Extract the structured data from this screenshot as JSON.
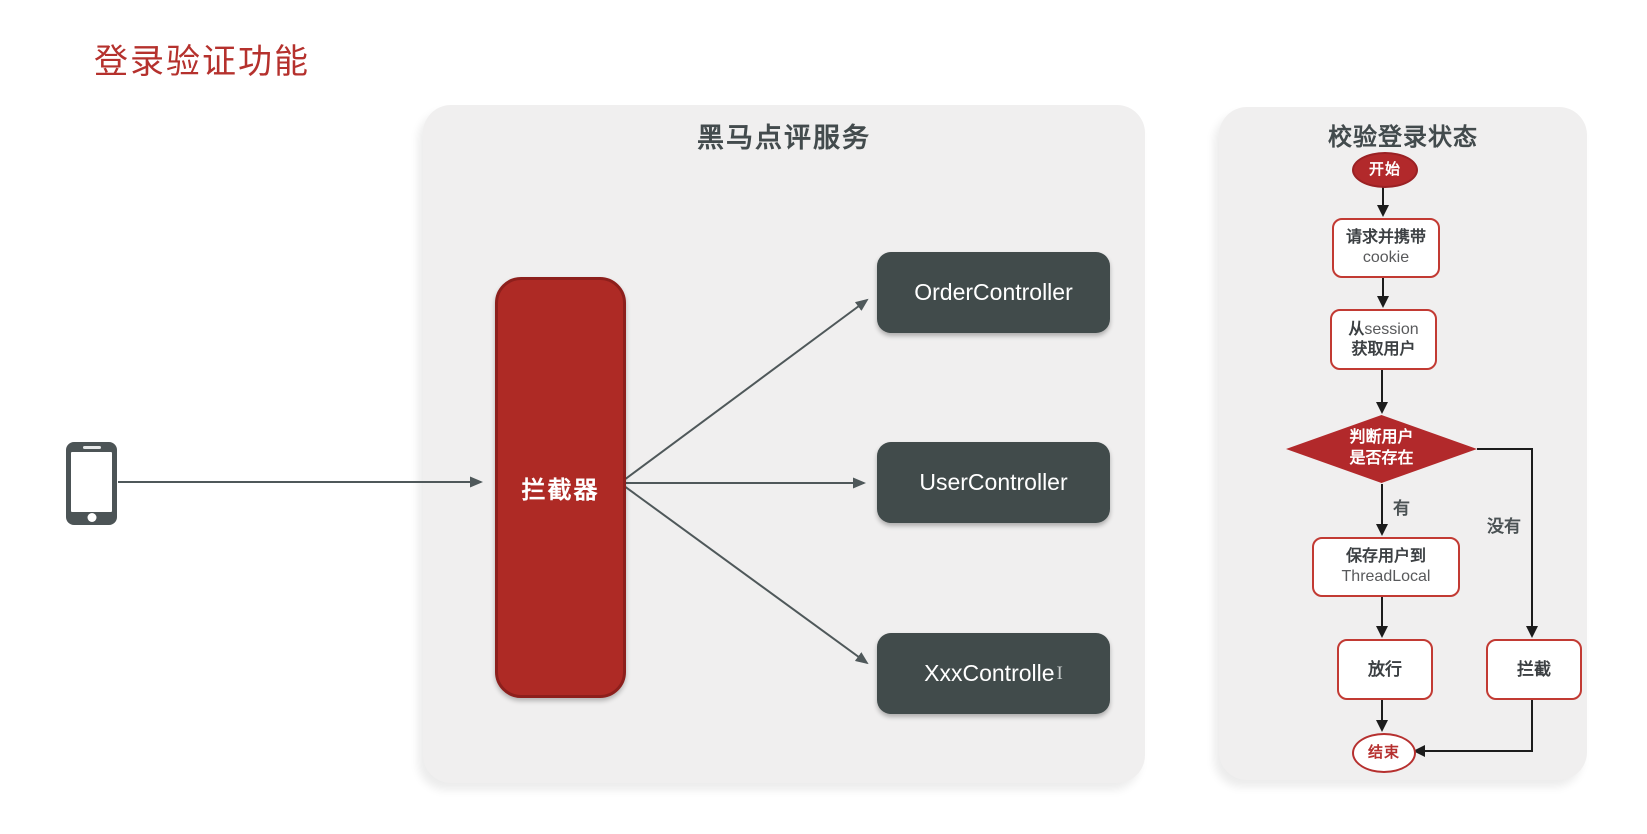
{
  "page": {
    "title": "登录验证功能"
  },
  "service": {
    "title": "黑马点评服务",
    "interceptor_label": "拦截器",
    "controllers": [
      {
        "label": "OrderController",
        "cursor": ""
      },
      {
        "label": "UserController",
        "cursor": ""
      },
      {
        "label": "XxxControlle",
        "cursor": "I"
      }
    ]
  },
  "flow": {
    "title": "校验登录状态",
    "start_label": "开始",
    "step_cookie": {
      "line1": "请求并携带",
      "line2": "cookie"
    },
    "step_session": {
      "cn": "从",
      "en": "session",
      "line2": "获取用户"
    },
    "decision": {
      "line1": "判断用户",
      "line2": "是否存在"
    },
    "branch_yes": "有",
    "branch_no": "没有",
    "step_save": {
      "line1": "保存用户到",
      "line2": "ThreadLocal"
    },
    "pass_label": "放行",
    "block_label": "拦截",
    "end_label": "结束"
  },
  "colors": {
    "title_red": "#B5312D",
    "accent_red": "#B2292B",
    "interceptor_red": "#AE2A25",
    "controller_dark": "#414B4B",
    "panel_bg": "#F0EFEF",
    "arrow_gray": "#4F585A",
    "arrow_black": "#1C1C1C"
  }
}
